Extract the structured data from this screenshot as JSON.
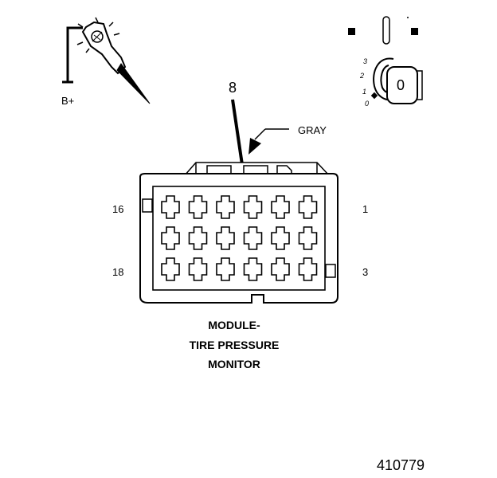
{
  "probe": {
    "supply_label": "B+"
  },
  "ignition": {
    "position_labels": [
      "3",
      "2",
      "1",
      "0"
    ],
    "key_label": "0"
  },
  "callout": {
    "pin_label": "8",
    "wire_color_label": "GRAY"
  },
  "connector": {
    "cavity_labels": {
      "top_left": "16",
      "top_right": "1",
      "bottom_left": "18",
      "bottom_right": "3"
    },
    "rows": 3,
    "columns": 6
  },
  "module": {
    "title_lines": [
      "MODULE-",
      "TIRE PRESSURE",
      "MONITOR"
    ]
  },
  "figure_number": "410779"
}
